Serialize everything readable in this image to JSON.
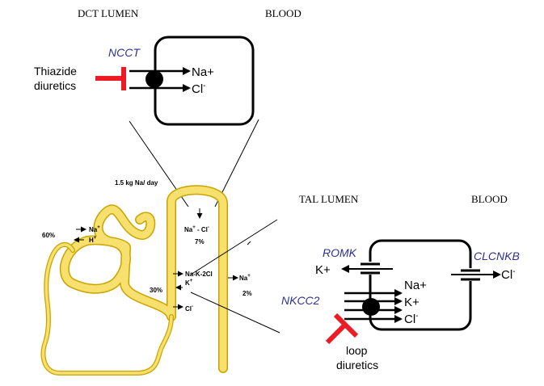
{
  "headers": {
    "dct_lumen": "DCT LUMEN",
    "blood_top": "BLOOD",
    "tal_lumen": "TAL LUMEN",
    "blood_bottom": "BLOOD"
  },
  "dct_cell": {
    "transporter": "NCCT",
    "drug_line1": "Thiazide",
    "drug_line2": "diuretics",
    "ion_na": "Na+",
    "ion_cl": "Cl",
    "ion_cl_sup": "-"
  },
  "nephron": {
    "filtered_load": "1.5 kg Na/ day",
    "pct_proximal": "60%",
    "prox_na": "Na",
    "prox_na_sup": "+",
    "prox_h": "H",
    "prox_h_sup": "+",
    "dct_na": "Na",
    "dct_na_sup": "+",
    "dct_sep": " - Cl",
    "dct_cl_sup": "-",
    "pct_dct": "7%",
    "nkcc_label": "Na-K-2Cl",
    "tal_k": "K",
    "tal_k_sup": "+",
    "pct_tal": "30%",
    "tal_cl": "Cl",
    "tal_cl_sup": "-",
    "cd_na": "Na",
    "cd_na_sup": "+",
    "pct_cd": "2%"
  },
  "tal_cell": {
    "romk": "ROMK",
    "clcnkb": "CLCNKB",
    "nkcc2": "NKCC2",
    "k_out": "K+",
    "cl_out": "Cl",
    "cl_out_sup": "-",
    "ion_na": "Na+",
    "ion_k": "K+",
    "ion_cl": "Cl",
    "ion_cl_sup": "-",
    "drug_line1": "loop",
    "drug_line2": "diuretics"
  },
  "colors": {
    "transporter_label": "#2e3192",
    "inhibitor": "#ed1c24",
    "tubule_fill": "#f7e06d",
    "tubule_stroke": "#c9a400"
  }
}
